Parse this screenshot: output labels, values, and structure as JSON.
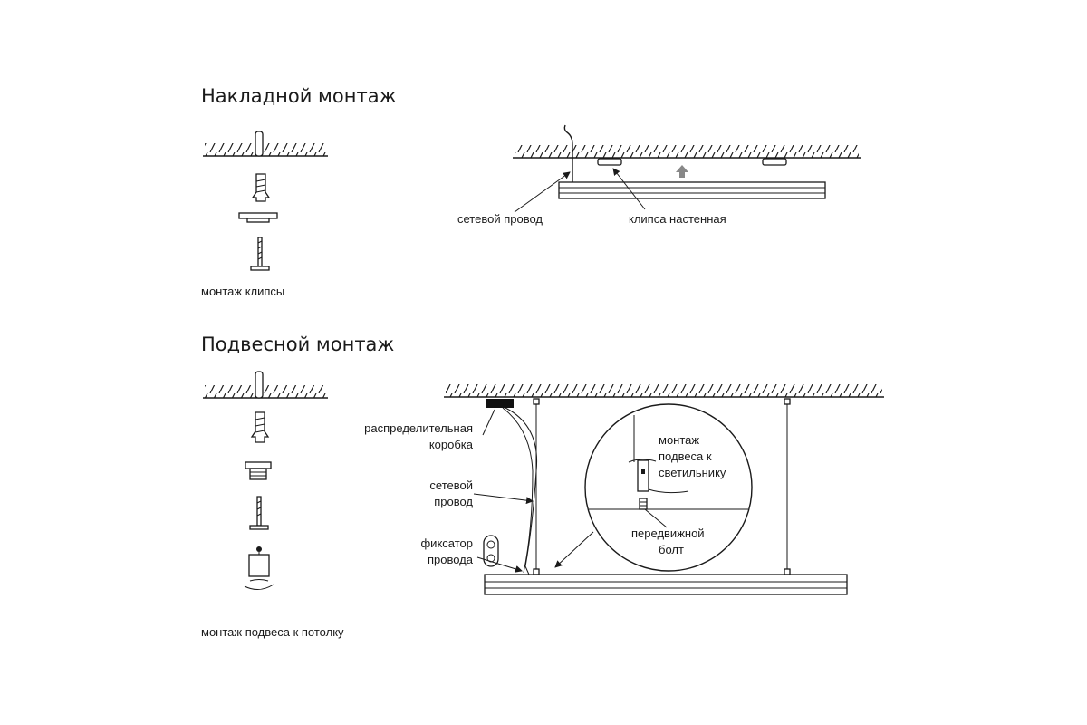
{
  "surface_mount": {
    "title": "Накладной монтаж",
    "clip_mount_label": "монтаж клипсы",
    "power_cable_label": "сетевой провод",
    "wall_clip_label": "клипса настенная"
  },
  "suspended_mount": {
    "title": "Подвесной монтаж",
    "ceiling_mount_label": "монтаж подвеса к потолку",
    "junction_box_label": [
      "распределительная",
      "коробка"
    ],
    "power_cable_label": [
      "сетевой",
      "провод"
    ],
    "cable_lock_label": [
      "фиксатор",
      "провода"
    ],
    "luminaire_mount_label": [
      "монтаж",
      "подвеса к",
      "светильнику"
    ],
    "sliding_bolt_label": [
      "передвижной",
      "болт"
    ]
  },
  "colors": {
    "line": "#1a1a1a",
    "arrow_fill": "#888888",
    "junction_box": "#111111"
  }
}
